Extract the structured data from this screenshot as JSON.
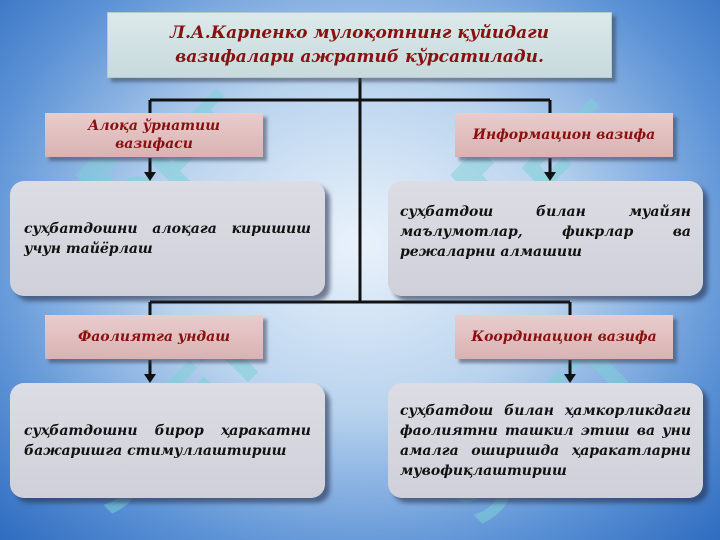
{
  "title": "Л.А.Карпенко мулоқотнинг қуйидаги вазифалари ажратиб кўрсатилади.",
  "functions": [
    {
      "label": "Алоқа ўрнатиш вазифаси",
      "description": "суҳбатдошни алоқага киришиш учун тайёрлаш"
    },
    {
      "label": "Информацион вазифа",
      "description": "суҳбатдош билан муайян маълумотлар, фикрлар ва режаларни алмашиш"
    },
    {
      "label": "Фаолиятга ундаш",
      "description": "суҳбатдошни бирор ҳаракатни бажаришга стимуллаштириш"
    },
    {
      "label": "Координацион вазифа",
      "description": "суҳбатдош билан ҳамкорликдаги фаолиятни ташкил этиш ва уни амалга оширишда ҳаракатларни мувофиқлаштириш"
    }
  ],
  "watermark": "SOFT",
  "colors": {
    "label_text": "#8a1010",
    "connector": "#111111"
  }
}
